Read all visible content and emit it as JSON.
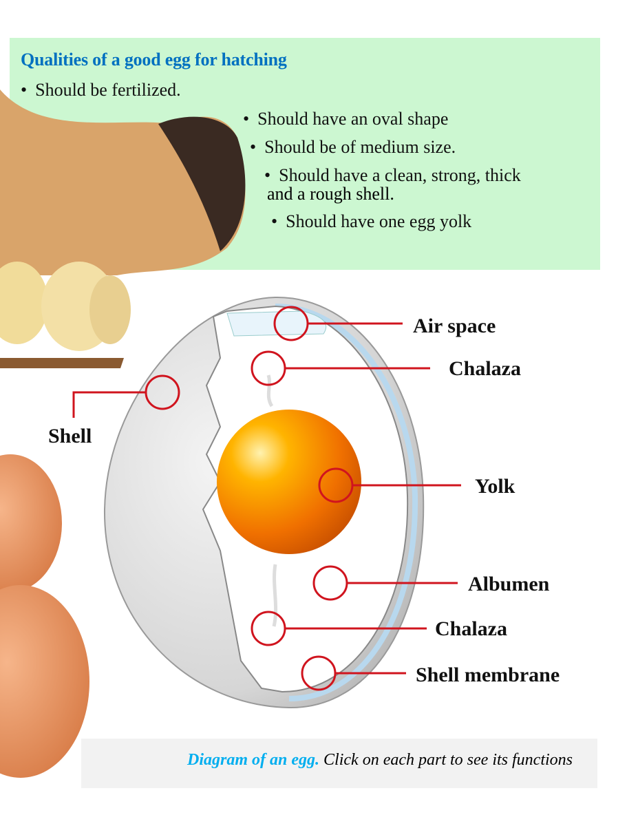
{
  "qualities": {
    "title": "Qualities of a good egg for hatching",
    "items": [
      "Should be fertilized.",
      "Should have an oval shape",
      "Should be of medium size.",
      "Should have a clean, strong, thick",
      "and a rough shell.",
      "Should have one egg yolk"
    ]
  },
  "diagram": {
    "parts": {
      "air_space": "Air space",
      "chalaza_top": "Chalaza",
      "shell": "Shell",
      "yolk": "Yolk",
      "albumen": "Albumen",
      "chalaza_bottom": "Chalaza",
      "shell_membrane": "Shell membrane"
    },
    "colors": {
      "hotspot": "#d0141e",
      "yolk": "#f07800",
      "green_box": "#ccf7d1"
    }
  },
  "caption": {
    "highlight": "Diagram of an egg.",
    "text": "Click on each part to see its functions"
  }
}
